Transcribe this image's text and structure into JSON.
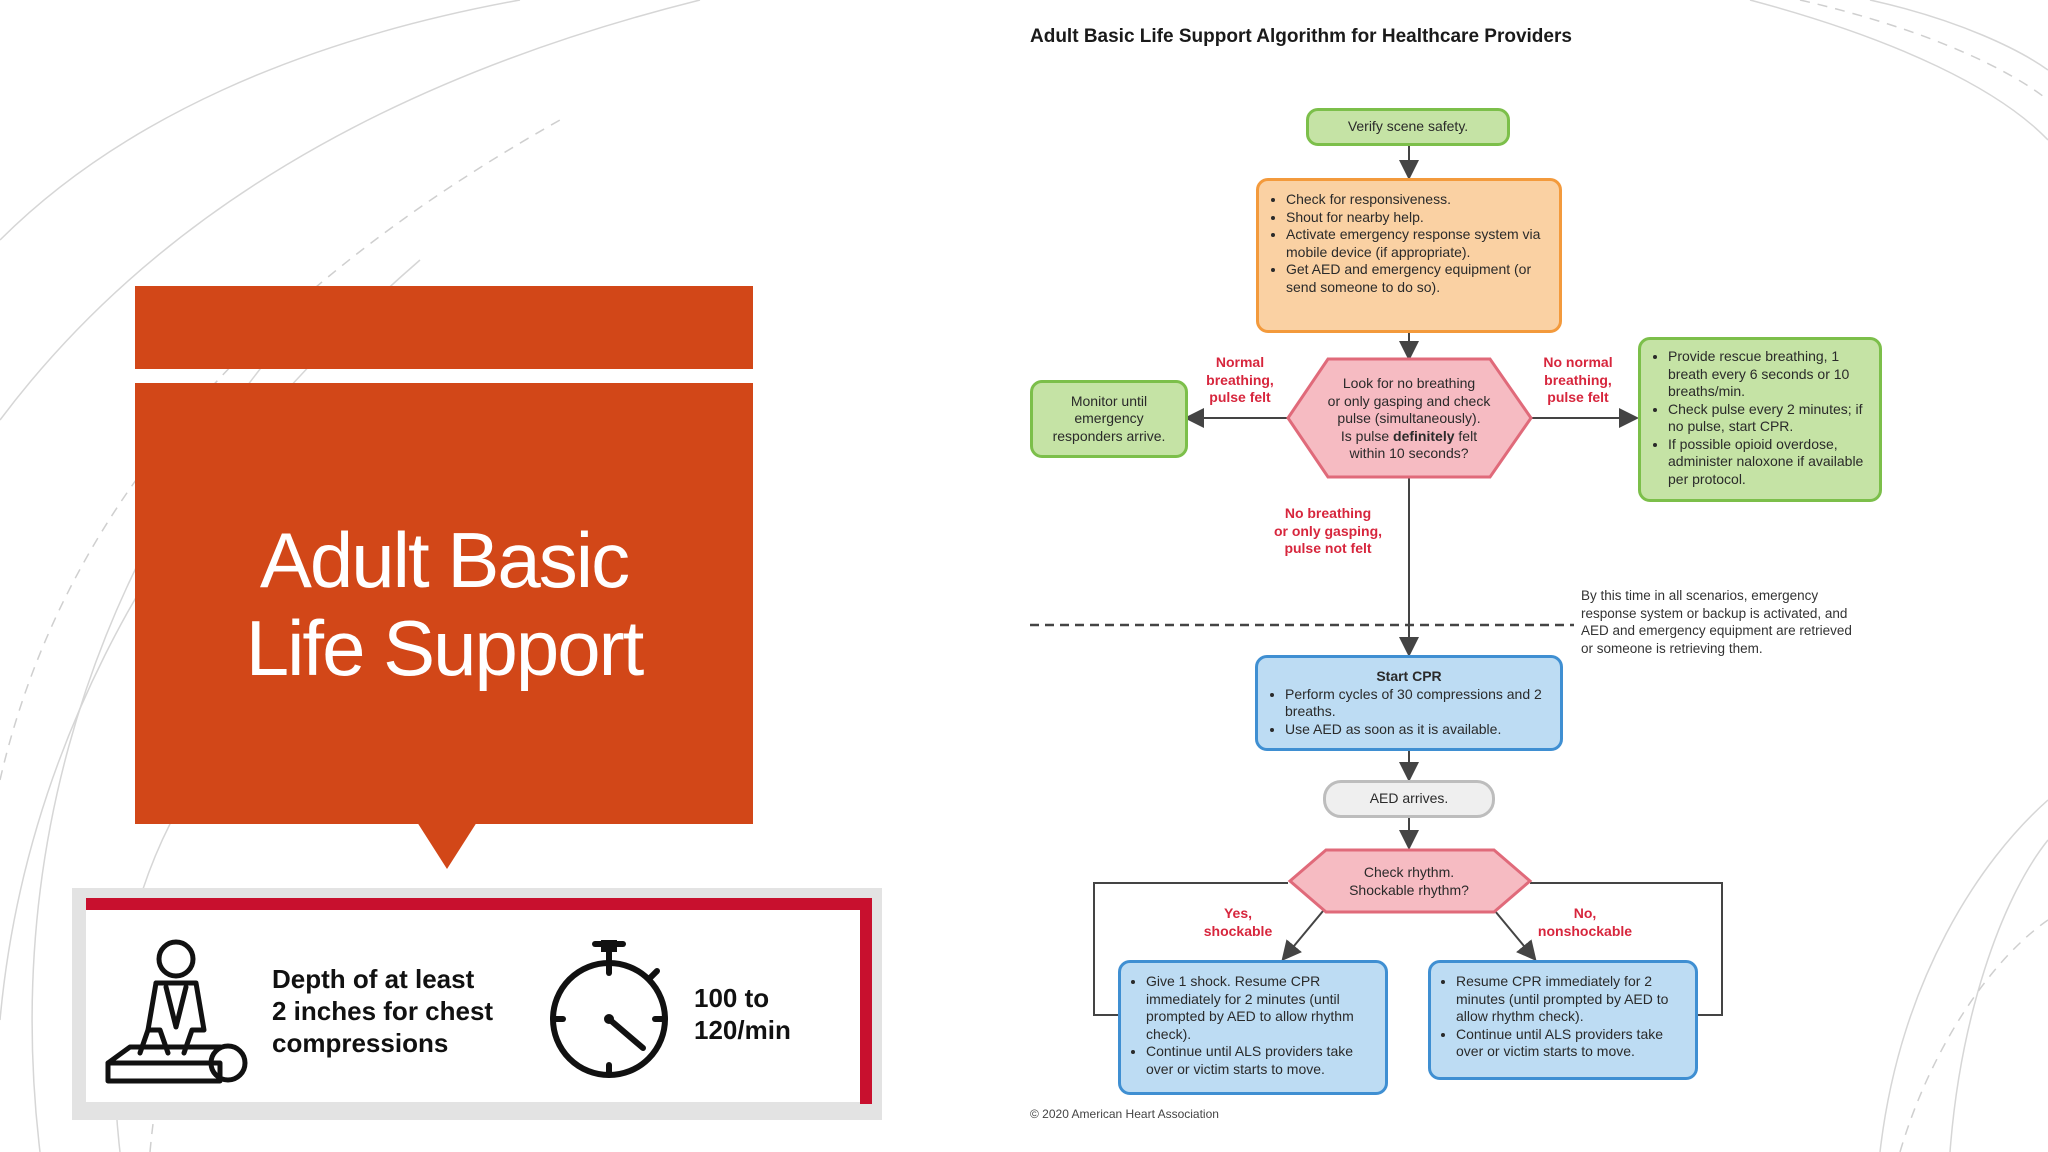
{
  "slide": {
    "title": "Adult Basic Life Support"
  },
  "cpr_card": {
    "depth_text": [
      "Depth of at least",
      "2 inches for chest",
      "compressions"
    ],
    "rate_text": [
      "100 to",
      "120/min"
    ]
  },
  "flowchart": {
    "title": "Adult Basic Life Support Algorithm for Healthcare Providers",
    "verify": "Verify scene safety.",
    "check": [
      "Check for responsiveness.",
      "Shout for nearby help.",
      "Activate emergency response system via mobile device (if appropriate).",
      "Get AED and emergency equipment (or send someone to do so)."
    ],
    "assess": [
      "Look for no breathing",
      "or only gasping and check",
      "pulse (simultaneously).",
      "Is pulse ",
      "definitely",
      " felt",
      "within 10 seconds?"
    ],
    "monitor": "Monitor until emergency responders arrive.",
    "label_normal": [
      "Normal",
      "breathing,",
      "pulse felt"
    ],
    "label_no_normal": [
      "No normal",
      "breathing,",
      "pulse felt"
    ],
    "rescue": [
      "Provide rescue breathing, 1 breath every 6 seconds or 10 breaths/min.",
      "Check pulse every 2 minutes; if no pulse, start CPR.",
      "If possible opioid overdose, administer naloxone if available per protocol."
    ],
    "label_no_breathing": [
      "No breathing",
      "or only gasping,",
      "pulse not felt"
    ],
    "note": "By this time in all scenarios, emergency response system or backup is activated, and AED and emergency equipment are retrieved or someone is retrieving them.",
    "cpr_title": "Start CPR",
    "cpr": [
      "Perform cycles of 30 compressions and 2 breaths.",
      "Use AED as soon as it is available."
    ],
    "aed": "AED arrives.",
    "rhythm": [
      "Check rhythm.",
      "Shockable rhythm?"
    ],
    "label_yes": [
      "Yes,",
      "shockable"
    ],
    "label_no": [
      "No,",
      "nonshockable"
    ],
    "shock": [
      "Give 1 shock. Resume CPR immediately for 2 minutes (until prompted by AED to allow rhythm check).",
      "Continue until ALS providers take over or victim starts to move."
    ],
    "resume": [
      "Resume CPR immediately for 2 minutes (until prompted by AED to allow rhythm check).",
      "Continue until ALS providers take over or victim starts to move."
    ],
    "copyright": "© 2020 American Heart Association"
  },
  "colors": {
    "accent": "#D24718",
    "card_red": "#C8102E",
    "label_red": "#D7263D"
  }
}
